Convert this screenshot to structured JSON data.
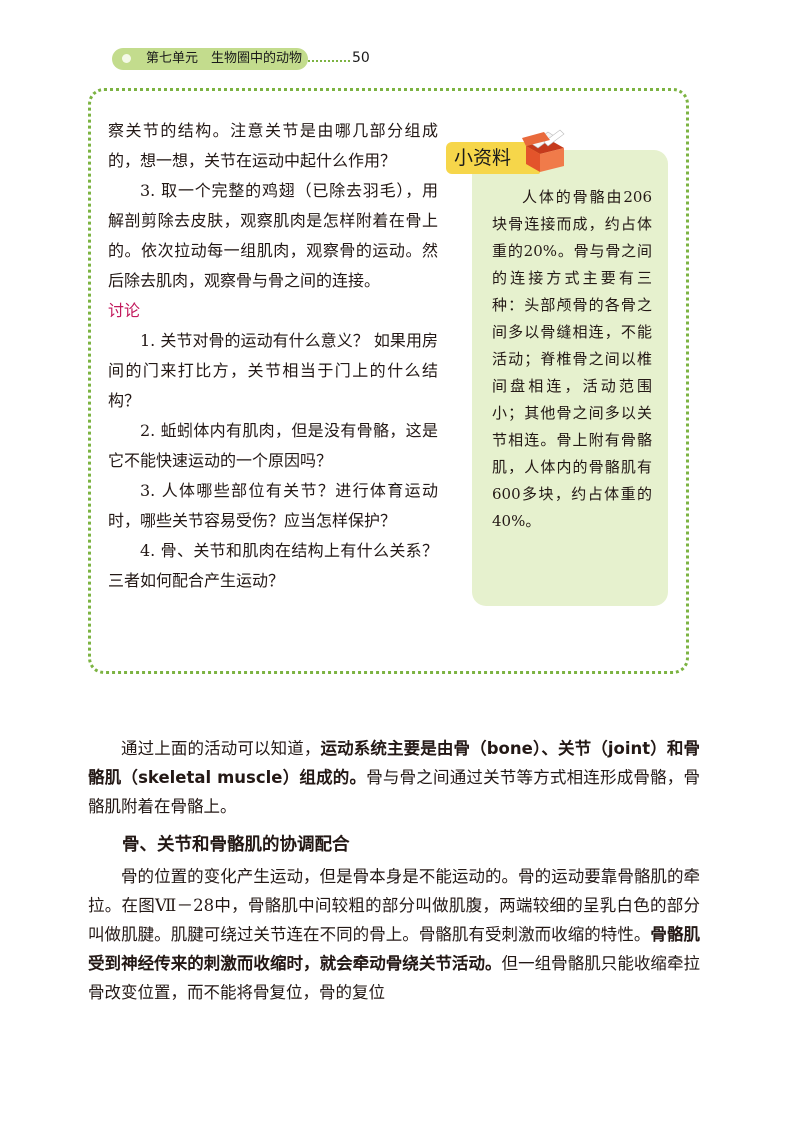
{
  "header": {
    "chapter": "第七单元　生物圈中的动物",
    "page_number": "50"
  },
  "activity": {
    "para1": "察关节的结构。注意关节是由哪几部分组成的，想一想，关节在运动中起什么作用？",
    "para2": "3. 取一个完整的鸡翅（已除去羽毛），用解剖剪除去皮肤，观察肌肉是怎样附着在骨上的。依次拉动每一组肌肉，观察骨的运动。然后除去肌肉，观察骨与骨之间的连接。",
    "discussion_label": "讨论",
    "questions": [
      "1. 关节对骨的运动有什么意义？ 如果用房间的门来打比方，关节相当于门上的什么结构？",
      "2. 蚯蚓体内有肌肉，但是没有骨骼，这是它不能快速运动的一个原因吗？",
      "3. 人体哪些部位有关节？进行体育运动时，哪些关节容易受伤？应当怎样保护？",
      "4. 骨、关节和肌肉在结构上有什么关系？三者如何配合产生运动？"
    ]
  },
  "sidebar": {
    "title": "小资料",
    "icon": "open-box-icon",
    "text": "人体的骨骼由206块骨连接而成，约占体重的20%。骨与骨之间的连接方式主要有三种：头部颅骨的各骨之间多以骨缝相连，不能活动；脊椎骨之间以椎间盘相连，活动范围小；其他骨之间多以关节相连。骨上附有骨骼肌，人体内的骨骼肌有600多块，约占体重的40%。"
  },
  "main": {
    "p1_normal_a": "通过上面的活动可以知道，",
    "p1_bold": "运动系统主要是由骨（bone）、关节（joint）和骨骼肌（skeletal muscle）组成的。",
    "p1_normal_b": "骨与骨之间通过关节等方式相连形成骨骼，骨骼肌附着在骨骼上。",
    "subheading": "骨、关节和骨骼肌的协调配合",
    "p2_normal_a": "骨的位置的变化产生运动，但是骨本身是不能运动的。骨的运动要靠骨骼肌的牵拉。在图Ⅶ－28中，骨骼肌中间较粗的部分叫做肌腹，两端较细的呈乳白色的部分叫做肌腱。肌腱可绕过关节连在不同的骨上。骨骼肌有受刺激而收缩的特性。",
    "p2_bold": "骨骼肌受到神经传来的刺激而收缩时，就会牵动骨绕关节活动。",
    "p2_normal_b": "但一组骨骼肌只能收缩牵拉骨改变位置，而不能将骨复位，骨的复位"
  },
  "colors": {
    "green_accent": "#7cb342",
    "pill": "#c3dc8d",
    "sidebar_bg": "#e6f1ce",
    "tag": "#f6d64a",
    "discussion_label": "#c2185b",
    "icon_box": "#e3542b"
  }
}
